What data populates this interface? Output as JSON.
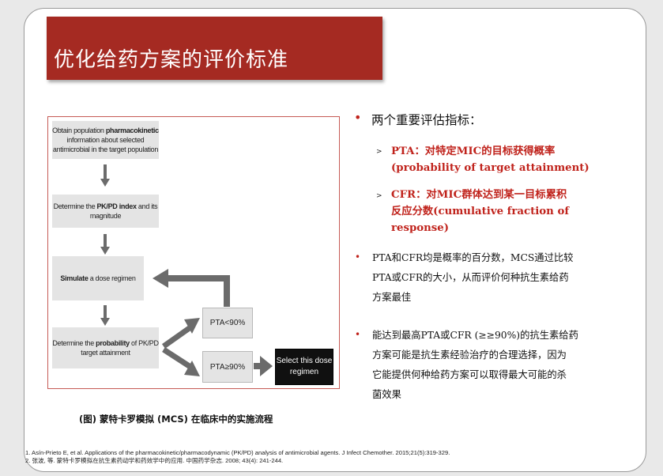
{
  "title": "优化给药方案的评价标准",
  "flowchart": {
    "step1_pre": "Obtain population ",
    "step1_bold": "pharmacokinetic",
    "step1_post": "information about selected antimicrobial in the target population",
    "step2_pre": "Determine the ",
    "step2_bold": "PK/PD index",
    "step2_post": " and its magnitude",
    "step3_bold": "Simulate",
    "step3_post": " a dose regimen",
    "step4_pre": "Determine the ",
    "step4_bold": "probability",
    "step4_post": " of PK/PD target attainment",
    "pta_low": "PTA<90%",
    "pta_high": "PTA≥90%",
    "select": "Select this dose regimen"
  },
  "caption": "(图) 蒙特卡罗模拟 (MCS) 在临床中的实施流程",
  "right": {
    "heading": "两个重要评估指标：",
    "pta_line1": "PTA：对特定MIC的目标获得概率",
    "pta_line2": "(probability of target attainment)",
    "cfr_line1": "CFR：对MIC群体达到某一目标累积",
    "cfr_line2": "反应分数(cumulative fraction of",
    "cfr_line3": "response)",
    "p1_l1": "PTA和CFR均是概率的百分数，MCS通过比较",
    "p1_l2": "PTA或CFR的大小，从而评价何种抗生素给药",
    "p1_l3": "方案最佳",
    "p2_l1": "能达到最高PTA或CFR (≥≥90%)的抗生素给药",
    "p2_l2": "方案可能是抗生素经验治疗的合理选择，因为",
    "p2_l3": "它能提供何种给药方案可以取得最大可能的杀",
    "p2_l4": "菌效果"
  },
  "references": [
    "1. Asín-Prieto E, et al. Applications of the pharmacokinetic/pharmacodynamic (PK/PD) analysis of antimicrobial agents. J Infect Chemother. 2015;21(5):319-329.",
    "2. 张波, 等. 蒙特卡罗模拟在抗生素药动学和药效学中的应用. 中国药学杂志. 2008; 43(4): 241-244."
  ],
  "colors": {
    "title_bg": "#a52a22",
    "accent_red": "#c0231c",
    "arrow_gray": "#6b6b6b"
  }
}
